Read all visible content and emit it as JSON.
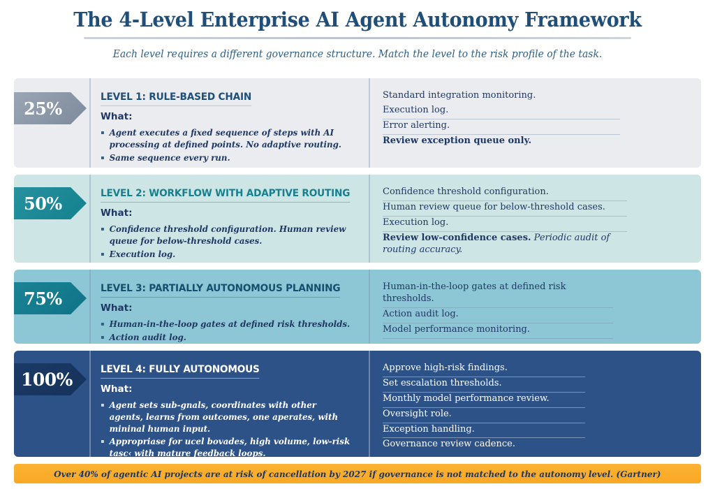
{
  "header": {
    "title": "The 4-Level Enterprise AI Agent Autonomy Framework",
    "subtitle": "Each level requires a different governance structure. Match the level to the risk profile of the task."
  },
  "colors": {
    "title": "#1f4e79",
    "subtitle": "#2e5f86",
    "level1_bg": "#eaecf0",
    "level1_badge": "#8793a3",
    "level2_bg": "#cde5e4",
    "level2_badge": "#16808f",
    "level3_bg": "#8dc6d4",
    "level3_badge": "#0f7386",
    "level4_bg": "#2d5288",
    "level4_badge": "#1b3a66",
    "footer_bg": "#f9a825",
    "footer_text": "#1f3864"
  },
  "levels": [
    {
      "percent": "25%",
      "title": "LEVEL 1: RULE-BASED CHAIN",
      "what_label": "What:",
      "bullets": [
        "Agent executes a fixed sequence of steps with AI processing at defined points. No adaptive routing.",
        "Same sequence every run."
      ],
      "governance": [
        {
          "text": "Standard integration monitoring.",
          "ruled": false,
          "bold": false
        },
        {
          "text": "Execution log.",
          "ruled": true,
          "bold": false
        },
        {
          "text": "Error alerting.",
          "ruled": true,
          "bold": false
        },
        {
          "text": "Review exception queue only.",
          "ruled": false,
          "bold": true
        }
      ]
    },
    {
      "percent": "50%",
      "title": "LEVEL 2: WORKFLOW WITH ADAPTIVE ROUTING",
      "what_label": "What:",
      "bullets": [
        "Confidence threshold configuration. Human review queue for below-threshold cases.",
        "Execution log."
      ],
      "governance": [
        {
          "text": "Confidence threshold configuration.",
          "ruled": true,
          "bold": false
        },
        {
          "text": "Human review queue for below-threshold cases.",
          "ruled": true,
          "bold": false
        },
        {
          "text": "Execution log.",
          "ruled": true,
          "bold": false
        },
        {
          "text": "Review low-confidence cases.",
          "text_italic": " Periodic audit of routing accuracy.",
          "ruled": false,
          "bold": true
        }
      ]
    },
    {
      "percent": "75%",
      "title": "LEVEL 3: PARTIALLY AUTONOMOUS PLANNING",
      "what_label": "What:",
      "bullets": [
        "Human-in-the-loop gates at defined risk thresholds.",
        "Action audit log."
      ],
      "governance": [
        {
          "text": "Human-in-the-loop gates at defined risk thresholds.",
          "ruled": true,
          "bold": false
        },
        {
          "text": "Action audit log.",
          "ruled": true,
          "bold": false
        },
        {
          "text": "Model performance monitoring.",
          "ruled": true,
          "bold": false
        }
      ]
    },
    {
      "percent": "100%",
      "title": "LEVEL 4: FULLY AUTONOMOUS",
      "what_label": "What:",
      "bullets": [
        "Agent sets sub-gnals, coordinates with other agents, learns from outcomes, one aperates, with mininal human input.",
        "Appropriase for ucel bovades, high volume, low-risk tasc‹ with mature feedback loops."
      ],
      "governance": [
        {
          "text": "Approve high-risk findings.",
          "ruled": true,
          "bold": false
        },
        {
          "text": "Set escalation thresholds.",
          "ruled": true,
          "bold": false
        },
        {
          "text": "Monthly model performance review.",
          "ruled": true,
          "bold": false
        },
        {
          "text": "Oversight role.",
          "ruled": true,
          "bold": false
        },
        {
          "text": "Exception handling.",
          "ruled": true,
          "bold": false
        },
        {
          "text": "Governance review cadence.",
          "ruled": false,
          "bold": false
        }
      ]
    }
  ],
  "footer": {
    "text": "Over 40% of agentic AI projects are at risk of cancellation by 2027 if governance is not matched to the autonomy level. (Gartner)"
  }
}
